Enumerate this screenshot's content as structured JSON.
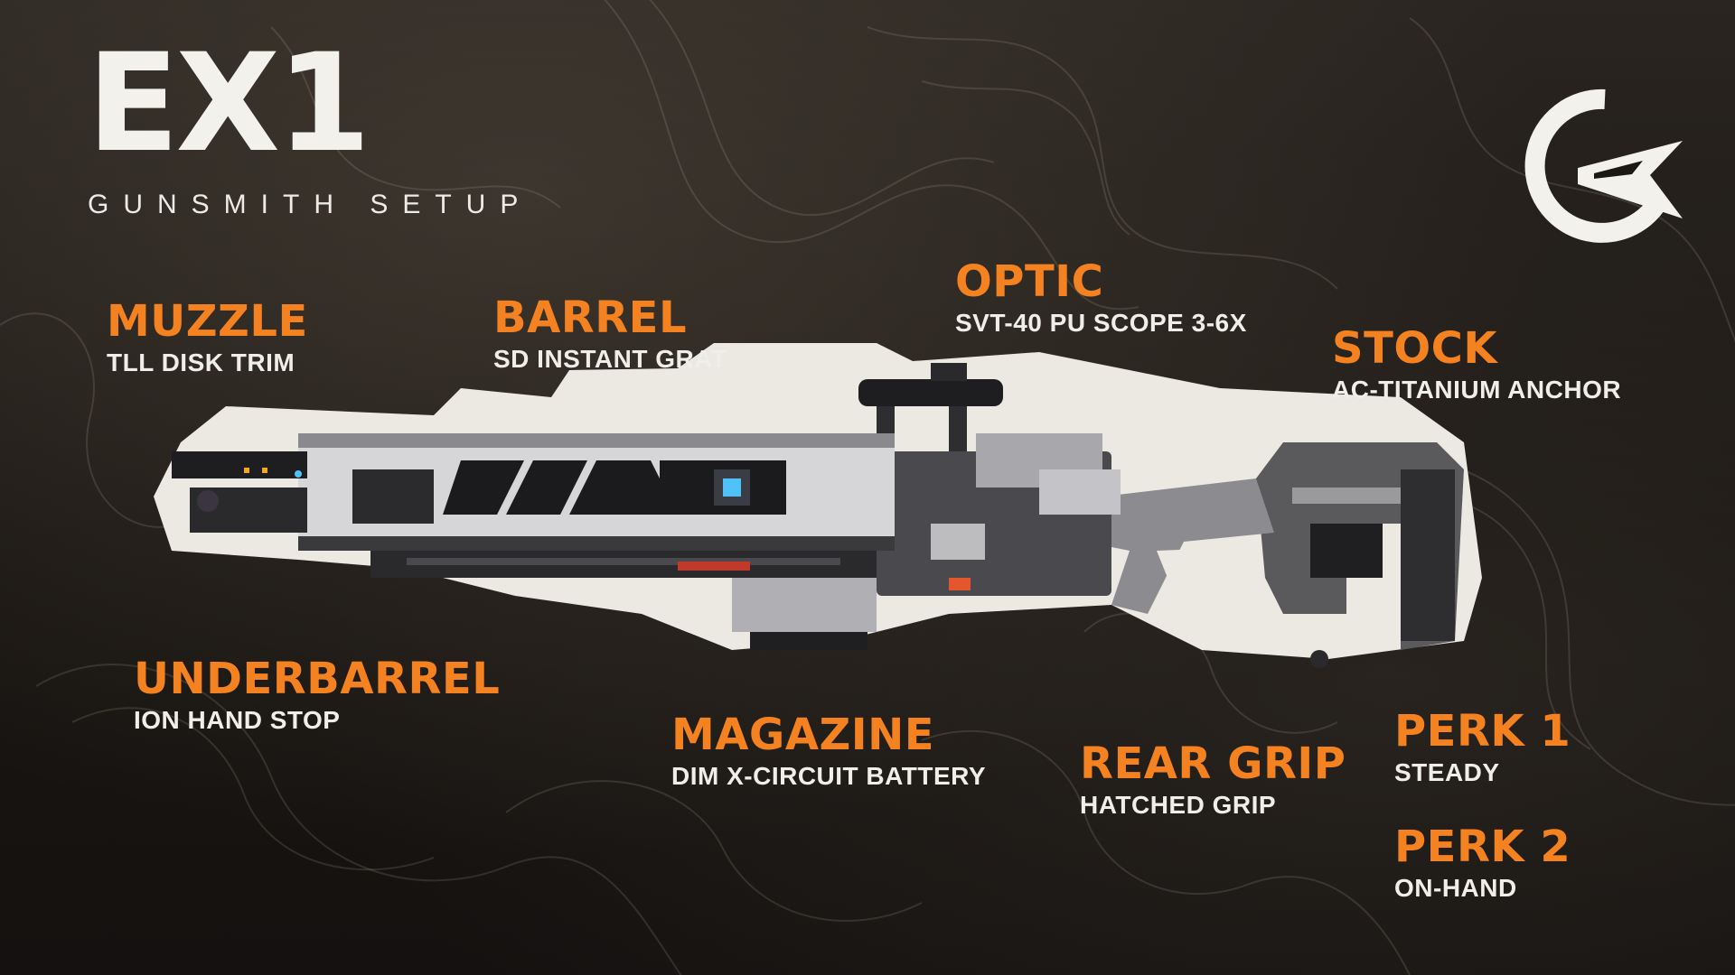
{
  "header": {
    "title": "EX1",
    "subtitle": "GUNSMITH SETUP"
  },
  "brand": {
    "logo": "ec-logo",
    "accent_color": "#f58220",
    "text_color": "#f0eee9"
  },
  "parts": {
    "muzzle": {
      "label": "MUZZLE",
      "value": "TLL DISK TRIM"
    },
    "barrel": {
      "label": "BARREL",
      "value": "SD INSTANT GRAT"
    },
    "optic": {
      "label": "OPTIC",
      "value": "SVT-40 PU SCOPE 3-6X"
    },
    "stock": {
      "label": "STOCK",
      "value": "AC-TITANIUM ANCHOR"
    },
    "underbarrel": {
      "label": "UNDERBARREL",
      "value": "ION HAND STOP"
    },
    "magazine": {
      "label": "MAGAZINE",
      "value": "DIM X-CIRCUIT BATTERY"
    },
    "rear_grip": {
      "label": "REAR GRIP",
      "value": "HATCHED GRIP"
    },
    "perk1": {
      "label": "PERK 1",
      "value": "STEADY"
    },
    "perk2": {
      "label": "PERK 2",
      "value": "ON-HAND"
    }
  },
  "weapon_image": "ex1-rifle-illustration"
}
